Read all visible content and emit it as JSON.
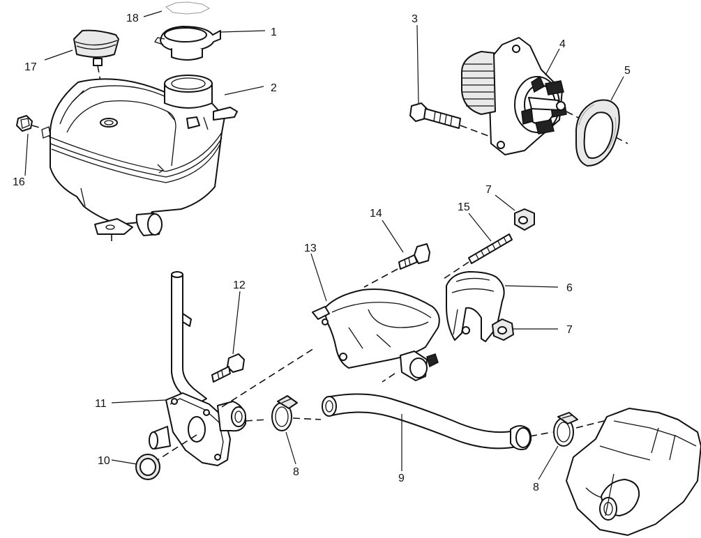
{
  "labels": {
    "l1": "1",
    "l2": "2",
    "l3": "3",
    "l4": "4",
    "l5": "5",
    "l6": "6",
    "l7a": "7",
    "l7b": "7",
    "l8a": "8",
    "l8b": "8",
    "l9": "9",
    "l10": "10",
    "l11": "11",
    "l12": "12",
    "l13": "13",
    "l14": "14",
    "l15": "15",
    "l16": "16",
    "l17": "17",
    "l18": "18"
  },
  "colors": {
    "line": "#111111",
    "fill": "#ffffff",
    "shade": "#e9e9e9"
  }
}
